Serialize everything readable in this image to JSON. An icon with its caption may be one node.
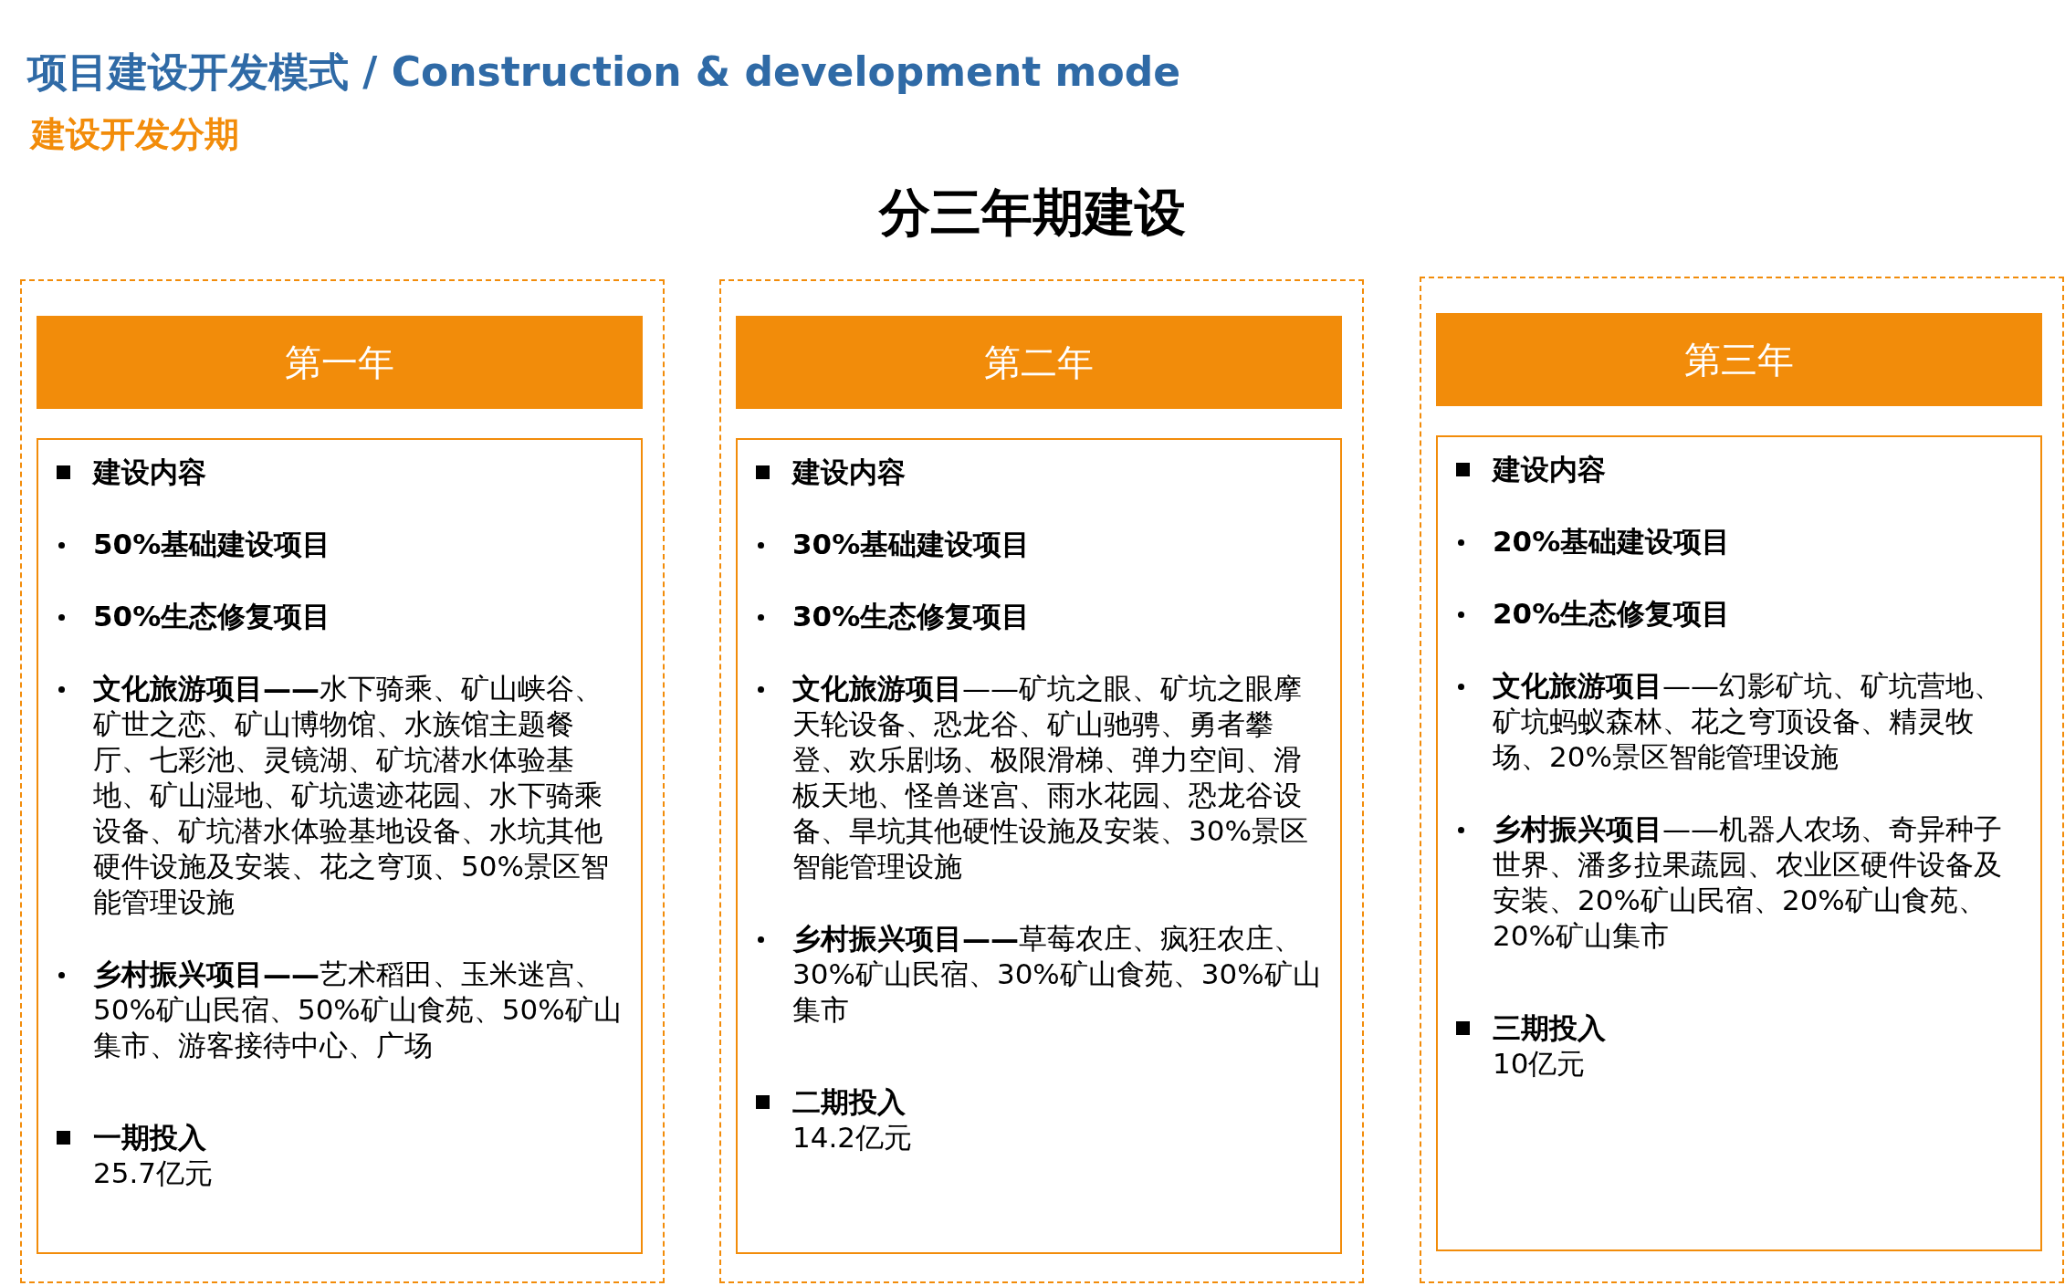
{
  "diagram": {
    "title": "项目建设开发模式 / Construction & development mode",
    "nodes": [
      {
        "text": [],
        "shape": "box"
      },
      {
        "text": [
          "第一年"
        ],
        "in": 0
      },
      {
        "text": [
          "建设内容",
          "50%基础建设项目",
          "50%生态修复项目",
          "**文化旅游项目——**水下骑乘、矿山峡谷、矿世之恋、矿山博物馆、水族馆主题餐厅、七彩池、灵镜湖、矿坑潜水体验基地、矿山湿地、矿坑遗迹花园、水下骑乘设备、矿坑潜水体验基地设备、水坑其他硬件设施及安装、花之穹顶、50%景区智能管理设施",
          "**乡村振兴项目——**艺术稻田、玉米迷宫、50%矿山民宿、50%矿山食苑、50%矿山集市、游客接待中心、广场",
          "一期投入",
          "25.7亿元"
        ],
        "in": 0
      },
      {
        "text": [],
        "shape": "box"
      },
      {
        "text": [
          "第二年"
        ],
        "in": 3
      },
      {
        "text": [
          "建设内容",
          "30%基础建设项目",
          "30%生态修复项目",
          "**文化旅游项目**——矿坑之眼、矿坑之眼摩天轮设备、恐龙谷、矿山驰骋、勇者攀登、欢乐剧场、极限滑梯、弹力空间、滑板天地、怪兽迷宫、雨水花园、恐龙谷设备、旱坑其他硬性设施及安装、30%景区智能管理设施",
          "**乡村振兴项目——**草莓农庄、疯狂农庄、30%矿山民宿、30%矿山食苑、30%矿山集市",
          "二期投入",
          "14.2亿元"
        ],
        "in": 3
      },
      {
        "text": [],
        "shape": "box"
      },
      {
        "text": [
          "第三年"
        ],
        "in": 6
      },
      {
        "text": [
          "建设内容",
          "20%基础建设项目",
          "20%生态修复项目",
          "**文化旅游项目**——幻影矿坑、矿坑营地、矿坑蚂蚁森林、花之穹顶设备、精灵牧场、20%景区智能管理设施",
          "**乡村振兴项目**——机器人农场、奇异种子世界、潘多拉果蔬园、农业区硬件设备及安装、20%矿山民宿、20%矿山食苑、20%矿山集市",
          "三期投入",
          "10亿元"
        ],
        "in": 6
      }
    ],
    "labels": [
      "建设开发分期",
      "分三年期建设"
    ]
  }
}
